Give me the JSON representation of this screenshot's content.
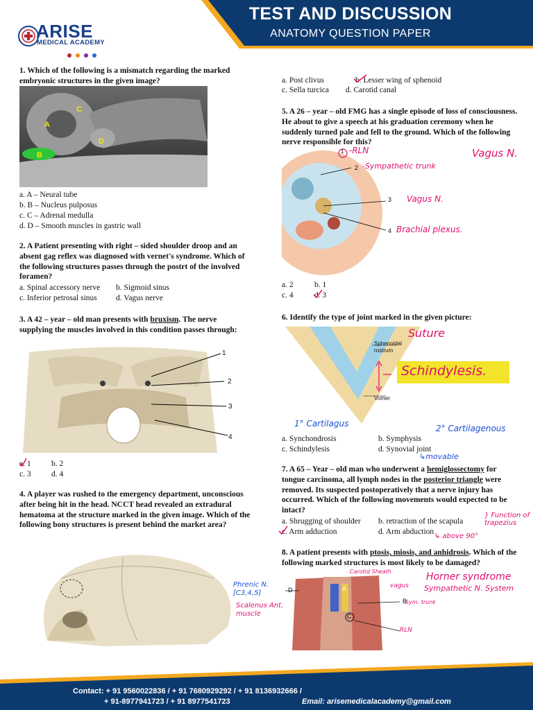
{
  "header": {
    "title": "TEST AND DISCUSSION",
    "subtitle": "ANATOMY QUESTION PAPER",
    "brand_name": "ARISE",
    "brand_sub": "MEDICAL ACADEMY",
    "brand_color": "#1a3f8a",
    "band_color": "#0d3a6e",
    "accent_color": "#f4a820"
  },
  "q1": {
    "text": "1. Which of the following is a mismatch regarding the marked embryonic structures in the given image?",
    "labels": [
      "A",
      "B",
      "C",
      "D"
    ],
    "options": [
      "a. A – Neural tube",
      "b. B – Nucleus pulposus",
      "c. C – Adrenal medulla",
      "d. D – Smooth muscles in gastric wall"
    ]
  },
  "q2": {
    "text": "2. A Patient presenting with right – sided shoulder droop and an absent gag reflex was diagnosed with vernet's syndrome. Which of the following structures passes through the postrt of the involved foramen?",
    "options": [
      "a. Spinal accessory nerve",
      "b. Sigmoid sinus",
      "c. Inferior petrosal sinus",
      "d. Vagus nerve"
    ]
  },
  "q3": {
    "text_pre": "3. A 42 – year – old man presents with ",
    "text_u": "bruxism",
    "text_post": ". The nerve supplying the muscles involved in this condition passes through:",
    "fig_labels": [
      "1",
      "2",
      "3",
      "4"
    ],
    "options": [
      "a. 1",
      "b. 2",
      "c. 3",
      "d. 4"
    ]
  },
  "q4": {
    "text": "4. A player was rushed to the emergency department, unconscious after being hit in the head. NCCT head revealed an extradural hematoma at the structure marked in the given image. Which of the following bony structures is present behind the market area?",
    "options": [
      "a. Post clivus",
      "b. Lesser wing of sphenoid",
      "c. Sella turcica",
      "d. Carotid canal"
    ]
  },
  "q5": {
    "text": "5. A 26 – year – old FMG has a single episode of loss of consciousness. He about to give a speech at his graduation ceremony when he suddenly turned pale and fell to the ground. Which of the following nerve responsible for this?",
    "fig_labels": [
      "1",
      "2",
      "3",
      "4"
    ],
    "notes": [
      "-RLN",
      "-Sympathetic trunk",
      "Vagus N.",
      "Brachial plexus.",
      "Vagus N."
    ],
    "options": [
      "a. 2",
      "b. 1",
      "c. 4",
      "d. 3"
    ]
  },
  "q6": {
    "text": "6. Identify the type of joint marked in the given picture:",
    "fig_labels": [
      "Sphenoidal rostrum",
      "Vomer"
    ],
    "notes": [
      "Suture",
      "Schindylesis.",
      "1° Cartilagus",
      "2° Cartilagenous",
      "↳movable"
    ],
    "options": [
      "a. Synchondrosis",
      "b. Symphysis",
      "c. Schindylesis",
      "d. Synovial joint"
    ]
  },
  "q7": {
    "text_a": "7. A 65 – Year – old man who underwent a ",
    "text_u1": "hemiglossectomy",
    "text_b": " for tongue carcinoma, all lymph nodes in the ",
    "text_u2": "posterior triangle",
    "text_c": " were removed. Its suspected postoperatively that a nerve injury has occurred. Which of the following movements would expected to be intact?",
    "notes": [
      "} Function of trapezius",
      "↳ above 90°"
    ],
    "options": [
      "a. Shrugging of shoulder",
      "b. retraction  of the scapula",
      "c. Arm adduction",
      "d. Arm abduction"
    ]
  },
  "q8": {
    "text_a": "8. A patient presents with ",
    "text_u": "ptosis, miosis, and anhidrosis",
    "text_b": ". Which of the following marked structures is most likely to be damaged?",
    "fig_labels": [
      "D",
      "A",
      "B",
      "C"
    ],
    "notes": [
      "Phrenic N. [C3,4,5]",
      "Scalenus Ant. muscle",
      "Carotid Sheath",
      "vagus",
      "Sym. trunk",
      "RLN",
      "Horner syndrome",
      "Sympathetic N. System"
    ]
  },
  "footer": {
    "contact_line1": "Contact: + 91 9560022836 / + 91 7680929292 / + 91 8136932666 /",
    "contact_line2": "+ 91-8977941723 / + 91 8977541723",
    "email": "Email: arisemedicalacademy@gmail.com"
  }
}
